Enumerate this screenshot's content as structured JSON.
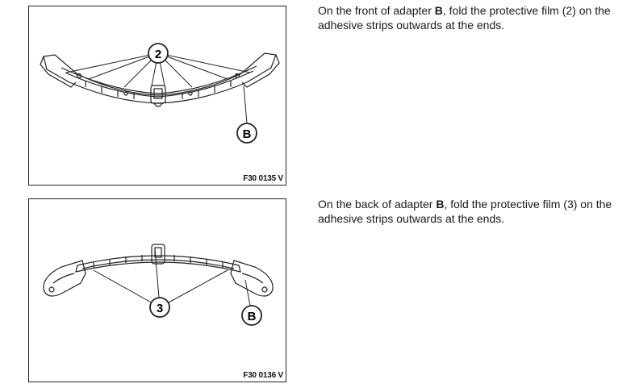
{
  "step1": {
    "text_before": "On the front of adapter ",
    "adapter_letter": "B",
    "text_after": ", fold the protective film (2) on the adhesive strips outwards at the ends.",
    "figure_code": "F30 0135 V",
    "callout_film": "2",
    "callout_adapter": "B"
  },
  "step2": {
    "text_before": "On the back of adapter ",
    "adapter_letter": "B",
    "text_after": ", fold the protective film (3) on the adhesive strips outwards at the ends.",
    "figure_code": "F30 0136 V",
    "callout_film": "3",
    "callout_adapter": "B"
  }
}
